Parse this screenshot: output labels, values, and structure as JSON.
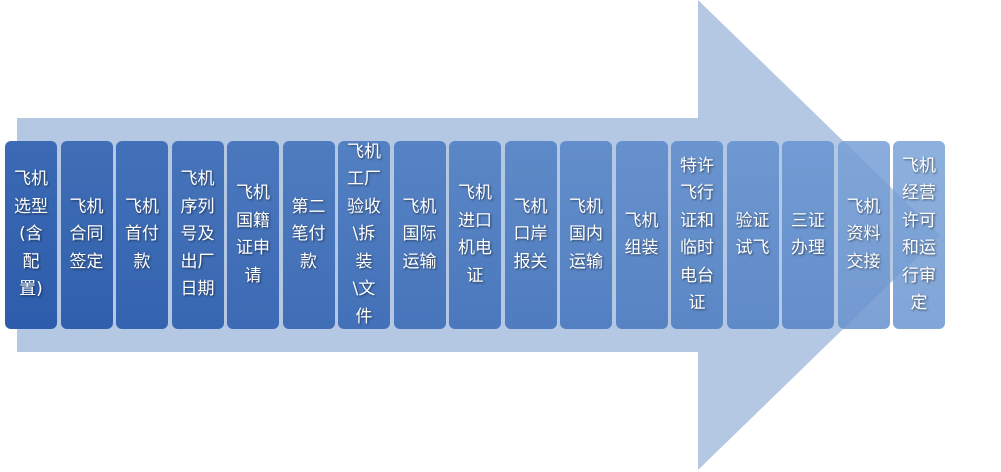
{
  "colors": {
    "arrow": "#b4c8e3",
    "box_dark": "#2c5cab",
    "box_light": "#7aa3d8",
    "text": "#ffffff"
  },
  "steps": [
    {
      "label": "飞机选型(含配置)"
    },
    {
      "label": "飞机合同签定"
    },
    {
      "label": "飞机首付款"
    },
    {
      "label": "飞机序列号及出厂日期"
    },
    {
      "label": "飞机国籍证申请"
    },
    {
      "label": "第二笔付款"
    },
    {
      "label": "飞机工厂验收\\拆装\\文件"
    },
    {
      "label": "飞机国际运输"
    },
    {
      "label": "飞机进口机电证"
    },
    {
      "label": "飞机口岸报关"
    },
    {
      "label": "飞机国内运输"
    },
    {
      "label": "飞机组装"
    },
    {
      "label": "特许飞行证和临时电台证"
    },
    {
      "label": "验证试飞"
    },
    {
      "label": "三证办理"
    },
    {
      "label": "飞机资料交接"
    },
    {
      "label": "飞机经营许可和运行审定"
    }
  ]
}
